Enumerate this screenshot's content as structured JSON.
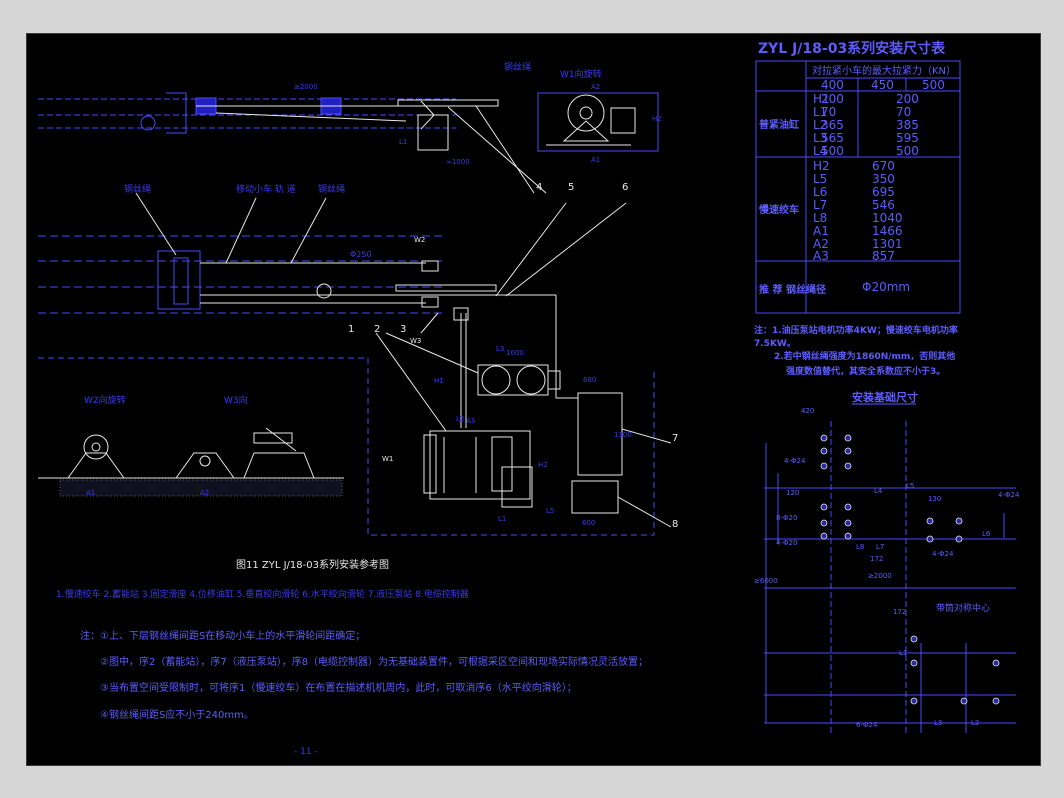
{
  "top_view": {
    "label_dir_w1": "W1向旋转",
    "label_rope": "钢丝绳",
    "dim_2000": "≥2000",
    "dim_1000": "≈1000",
    "dim_l1": "L1",
    "dim_h2": "H2",
    "dim_a1": "A1",
    "dim_a2": "A2"
  },
  "mid_view": {
    "label_rope2": "钢丝绳",
    "label_track": "移动小车 轨 道",
    "label_rope3": "钢丝绳",
    "phi250": "Φ250",
    "w2": "W2",
    "w3": "W3",
    "dim_1000": "1000",
    "dim_h1": "H1",
    "dim_l1": "L1",
    "dim_l2": "L2",
    "dim_h2": "H2",
    "dim_l3": "L3",
    "dim_l5": "L5",
    "dim_680": "680",
    "dim_1300": "1300",
    "dim_600": "600",
    "dim_a3": "A3",
    "w1": "W1",
    "callouts": [
      "1",
      "2",
      "3",
      "4",
      "5",
      "6",
      "7",
      "8"
    ]
  },
  "bottom_left": {
    "w2_view": "W2向旋转",
    "w3_view": "W3向",
    "dim_a": "A1",
    "dim_b": "A2"
  },
  "caption": "图11  ZYL  J/18-03系列安装参考图",
  "legend": "1.慢速绞车 2.蓄能站 3.固定滑座 4.位移油缸 5.垂直绞向滑轮 6.水平绞向滑轮 7.液压泵站 8.电缆控制器",
  "notes": [
    "注：①上、下层钢丝绳间距S在移动小车上的水平滑轮间距确定；",
    "②图中，序2（蓄能站），序7（液压泵站），序8（电缆控制器）为无基础装置件，可根据采区空间和现场实际情况灵活放置；",
    "③当布置空间受限制时，可将序1（慢速绞车）在布置在描述机机周内，此时，可取消序6（水平绞向滑轮）；",
    "④钢丝绳间距S应不小于240mm。"
  ],
  "page_number": "- 11 -",
  "table": {
    "title": "ZYL  J/18-03系列安装尺寸表",
    "header_main": "对拉紧小车的最大拉紧力（KN）",
    "header_values": [
      "400",
      "450",
      "500"
    ],
    "group1_label": "普紧油缸",
    "group1_rows": [
      {
        "name": "H1",
        "v1": "200",
        "v2": "200"
      },
      {
        "name": "L1",
        "v1": "70",
        "v2": "70"
      },
      {
        "name": "L2",
        "v1": "365",
        "v2": "385"
      },
      {
        "name": "L3",
        "v1": "565",
        "v2": "595"
      },
      {
        "name": "L4",
        "v1": "500",
        "v2": "500"
      }
    ],
    "group2_label": "慢速绞车",
    "group2_rows": [
      {
        "name": "H2",
        "v": "670"
      },
      {
        "name": "L5",
        "v": "350"
      },
      {
        "name": "L6",
        "v": "695"
      },
      {
        "name": "L7",
        "v": "546"
      },
      {
        "name": "L8",
        "v": "1040"
      },
      {
        "name": "A1",
        "v": "1466"
      },
      {
        "name": "A2",
        "v": "1301"
      },
      {
        "name": "A3",
        "v": "857"
      }
    ],
    "rope_label": "推 荐 钢丝绳径",
    "rope_value": "Φ20mm"
  },
  "table_notes": [
    "注：1.油压泵站电机功率4KW；慢速绞车电机功率",
    "7.5KW。",
    "2.若中钢丝绳强度为1860N/mm，否则其他",
    "强度数值替代，其安全系数应不小于3。"
  ],
  "foundation": {
    "title": "安装基础尺寸",
    "dim_420": "420",
    "dim_4_phi24_a": "4-Φ24",
    "dim_4_phi24_b": "4-Φ24",
    "dim_8_phi20_a": "8-Φ20",
    "dim_4_phi20": "4-Φ20",
    "dim_4_phi24_c": "4-Φ24",
    "dim_6_phi24": "6-Φ24",
    "dim_l4": "L4",
    "dim_l5": "L5",
    "dim_l8": "L8",
    "dim_l7": "L7",
    "dim_l6": "L6",
    "dim_120": "120",
    "dim_130": "130",
    "dim_172a": "172",
    "dim_172b": "172",
    "dim_2000": "≥2000",
    "dim_6000": "≥6000",
    "dim_l1": "L1",
    "dim_l3": "L3",
    "dim_l2": "L2",
    "center_label": "带筒对称中心"
  }
}
